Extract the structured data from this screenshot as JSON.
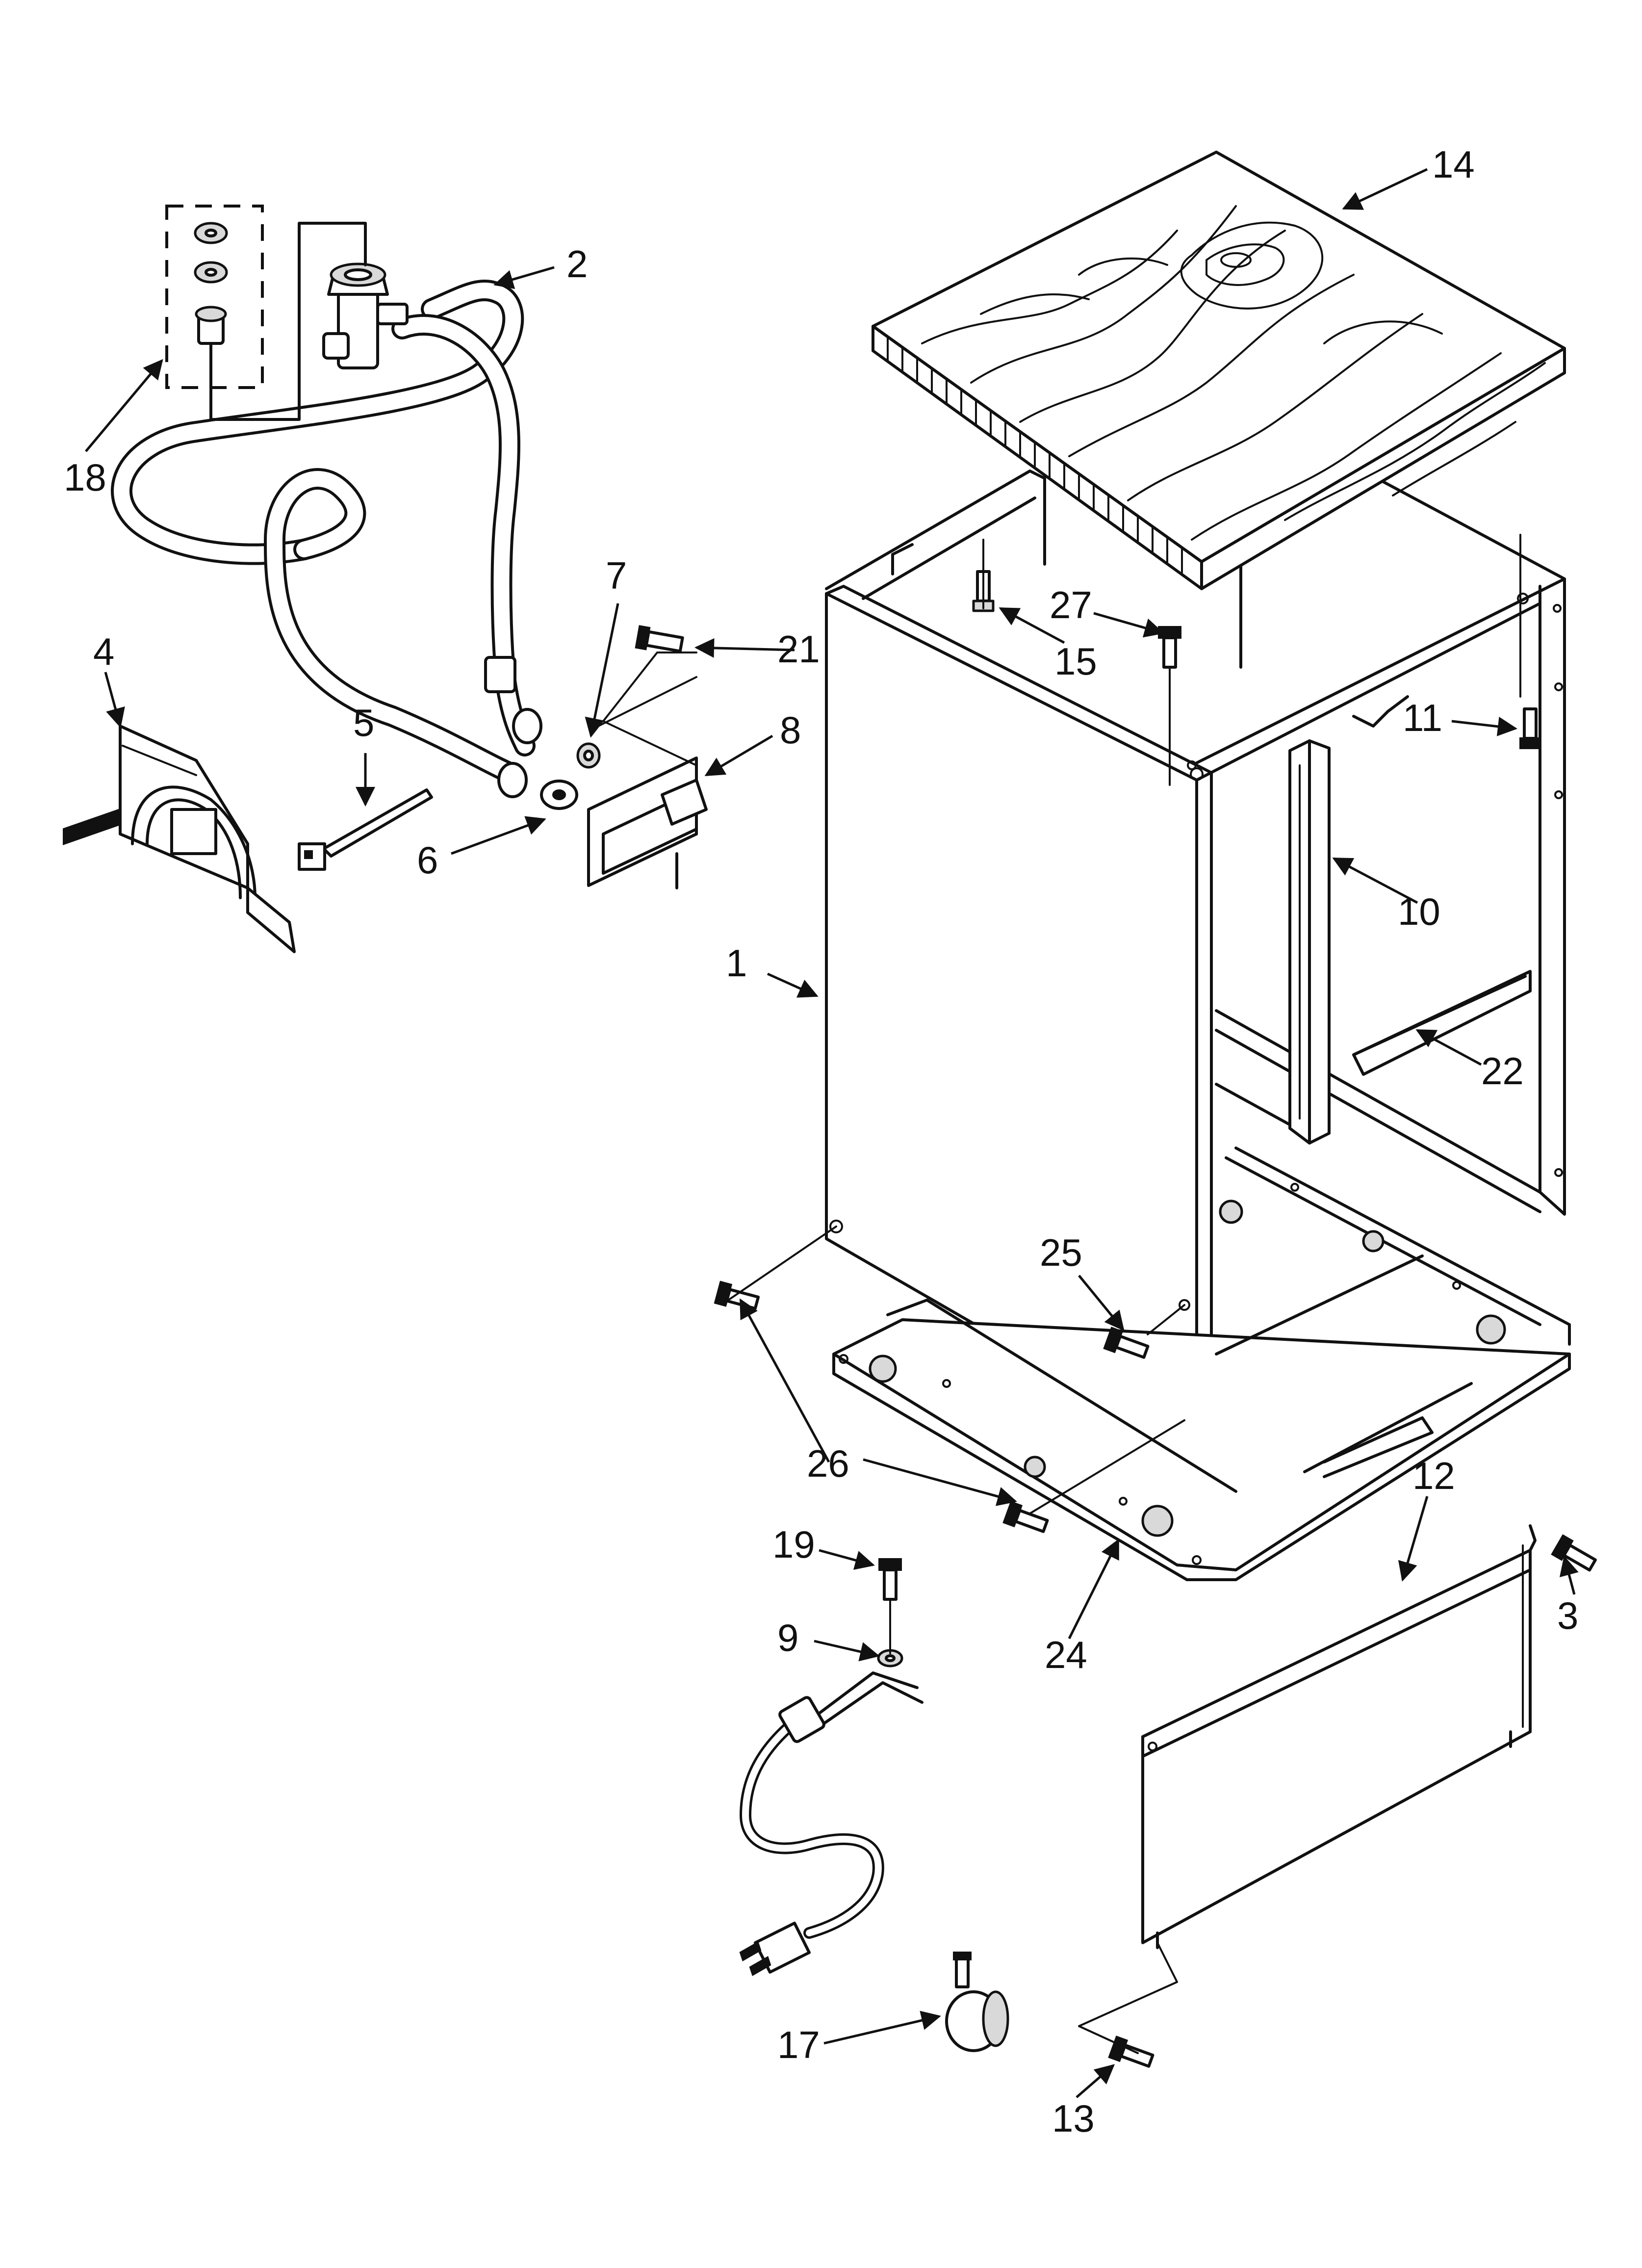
{
  "diagram": {
    "callouts": [
      {
        "id": "1",
        "label": "1"
      },
      {
        "id": "2",
        "label": "2"
      },
      {
        "id": "3",
        "label": "3"
      },
      {
        "id": "4",
        "label": "4"
      },
      {
        "id": "5",
        "label": "5"
      },
      {
        "id": "6",
        "label": "6"
      },
      {
        "id": "7",
        "label": "7"
      },
      {
        "id": "8",
        "label": "8"
      },
      {
        "id": "9",
        "label": "9"
      },
      {
        "id": "10",
        "label": "10"
      },
      {
        "id": "11",
        "label": "11"
      },
      {
        "id": "12",
        "label": "12"
      },
      {
        "id": "13",
        "label": "13"
      },
      {
        "id": "14",
        "label": "14"
      },
      {
        "id": "15",
        "label": "15"
      },
      {
        "id": "17",
        "label": "17"
      },
      {
        "id": "18",
        "label": "18"
      },
      {
        "id": "19",
        "label": "19"
      },
      {
        "id": "21",
        "label": "21"
      },
      {
        "id": "22",
        "label": "22"
      },
      {
        "id": "24",
        "label": "24"
      },
      {
        "id": "25",
        "label": "25"
      },
      {
        "id": "26",
        "label": "26"
      },
      {
        "id": "27",
        "label": "27"
      }
    ]
  }
}
